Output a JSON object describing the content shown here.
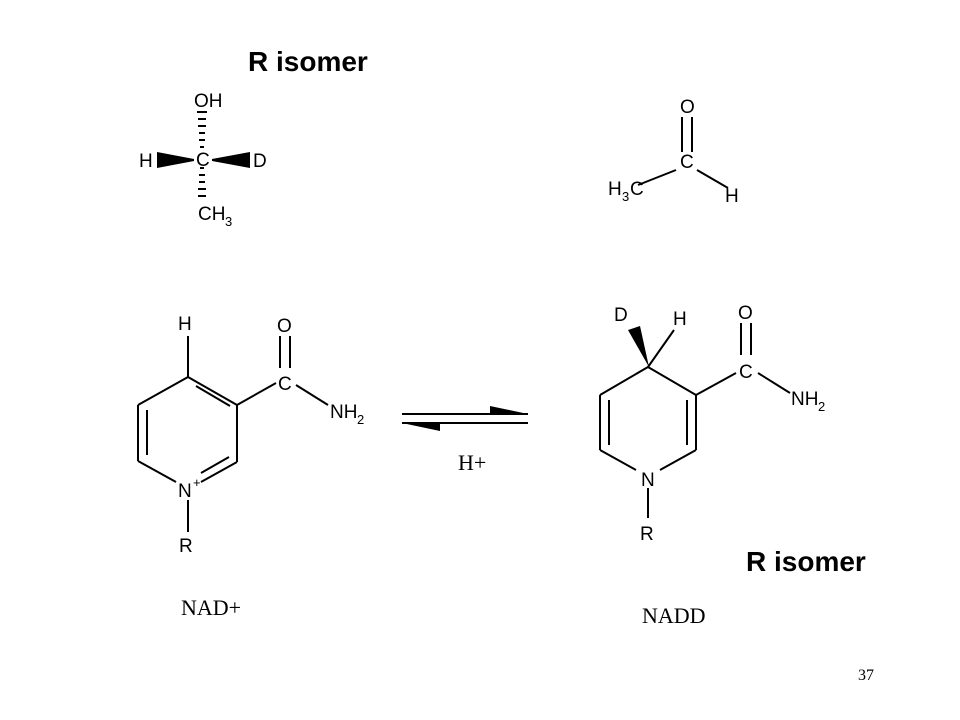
{
  "slide": {
    "top_heading": "R isomer",
    "bottom_heading": "R isomer",
    "nad_label": "NAD+",
    "nadd_label": "NADD",
    "reaction_condition": "H+",
    "page_number": "37"
  },
  "ethanol": {
    "oh": "OH",
    "carbon": "C",
    "h": "H",
    "d": "D",
    "ch": "CH",
    "ch_sub": "3"
  },
  "acetaldehyde": {
    "o": "O",
    "carbon": "C",
    "h3c_h": "H",
    "h3c_sub": "3",
    "h3c_c": "C",
    "h": "H"
  },
  "nad": {
    "h": "H",
    "o": "O",
    "c": "C",
    "nh": "NH",
    "nh_sub": "2",
    "n": "N",
    "n_charge": "+",
    "r": "R"
  },
  "nadd": {
    "d": "D",
    "h": "H",
    "o": "O",
    "c": "C",
    "nh": "NH",
    "nh_sub": "2",
    "n": "N",
    "r": "R"
  }
}
